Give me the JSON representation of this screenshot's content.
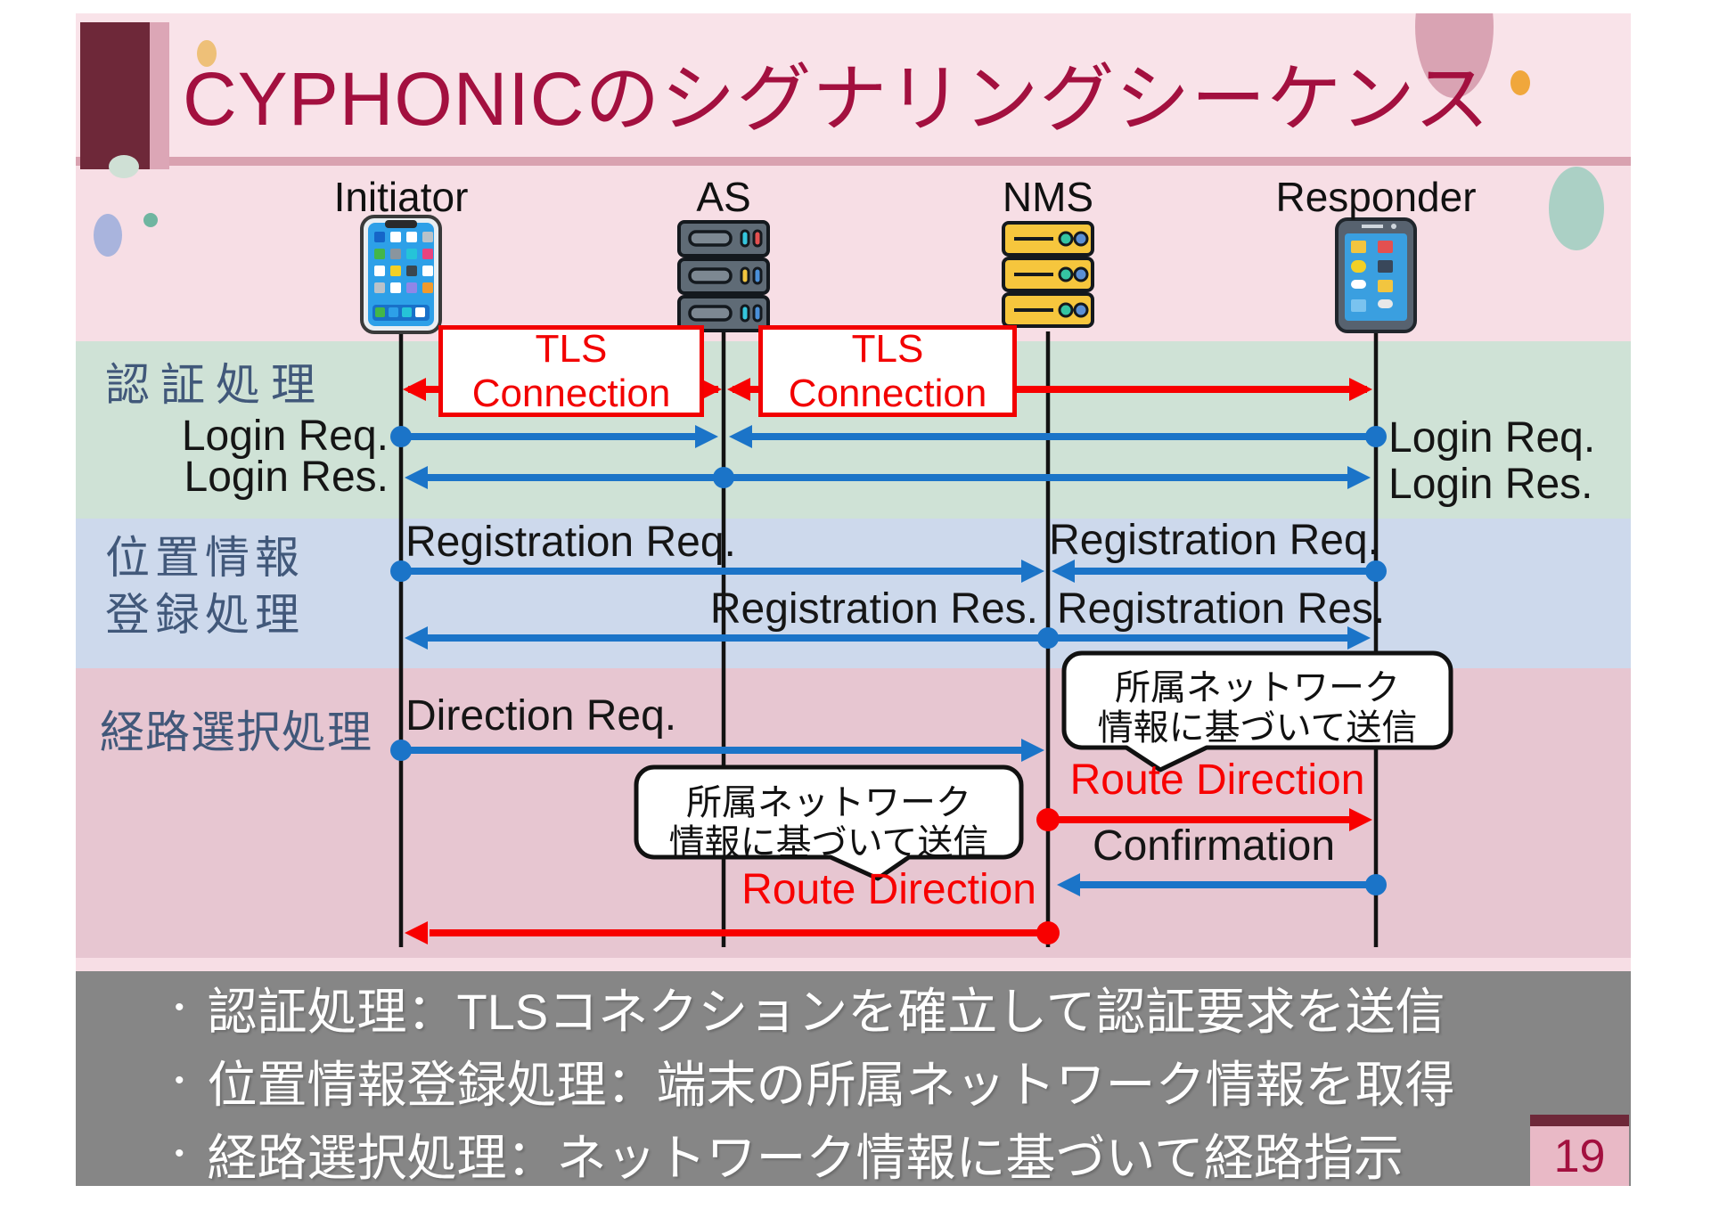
{
  "title": "CYPHONICのシグナリングシーケンス",
  "page_number": "19",
  "actors": [
    {
      "label": "Initiator",
      "icon": "smartphone-icon"
    },
    {
      "label": "AS",
      "icon": "server-stack-icon"
    },
    {
      "label": "NMS",
      "icon": "server-stack-icon"
    },
    {
      "label": "Responder",
      "icon": "tablet-icon"
    }
  ],
  "phases": {
    "auth": {
      "label": "認証処理"
    },
    "registration": {
      "line1": "位置情報",
      "line2": "登録処理"
    },
    "routing": {
      "label": "経路選択処理"
    }
  },
  "messages": {
    "tls_line1": "TLS",
    "tls_line2": "Connection",
    "login_req": "Login Req.",
    "login_res": "Login Res.",
    "registration_req": "Registration Req.",
    "registration_res": "Registration Res.",
    "direction_req": "Direction Req.",
    "route_direction": "Route Direction",
    "confirmation": "Confirmation"
  },
  "callout": {
    "line1": "所属ネットワーク",
    "line2": "情報に基づいて送信"
  },
  "flows": [
    {
      "from": "Initiator",
      "to": "AS",
      "label": "TLS Connection",
      "style": "red-double-arrow"
    },
    {
      "from": "AS",
      "to": "Responder",
      "label": "TLS Connection",
      "style": "red-double-arrow"
    },
    {
      "from": "Initiator",
      "to": "AS",
      "label": "Login Req.",
      "style": "blue"
    },
    {
      "from": "Responder",
      "to": "AS",
      "label": "Login Req.",
      "style": "blue"
    },
    {
      "from": "AS",
      "to": "Initiator",
      "label": "Login Res.",
      "style": "blue"
    },
    {
      "from": "AS",
      "to": "Responder",
      "label": "Login Res.",
      "style": "blue"
    },
    {
      "from": "Initiator",
      "to": "NMS",
      "label": "Registration Req.",
      "style": "blue"
    },
    {
      "from": "Responder",
      "to": "NMS",
      "label": "Registration Req.",
      "style": "blue"
    },
    {
      "from": "NMS",
      "to": "Initiator",
      "label": "Registration Res.",
      "style": "blue"
    },
    {
      "from": "NMS",
      "to": "Responder",
      "label": "Registration Res.",
      "style": "blue"
    },
    {
      "from": "Initiator",
      "to": "NMS",
      "label": "Direction Req.",
      "style": "blue"
    },
    {
      "from": "NMS",
      "to": "Responder",
      "label": "Route Direction",
      "style": "red"
    },
    {
      "from": "Responder",
      "to": "NMS",
      "label": "Confirmation",
      "style": "blue"
    },
    {
      "from": "NMS",
      "to": "Initiator",
      "label": "Route Direction",
      "style": "red"
    }
  ],
  "footer": {
    "bullet_glyph": "•",
    "bullets": [
      {
        "text": "認証処理：TLSコネクションを確立して認証要求を送信"
      },
      {
        "text": "位置情報登録処理：端末の所属ネットワーク情報を取得"
      },
      {
        "text": "経路選択処理：ネットワーク情報に基づいて経路指示"
      }
    ]
  },
  "colors": {
    "accent_maroon": "#6e2839",
    "title_text": "#a3103f",
    "slide_bg": "#f7dee5",
    "band_auth": "#cfe2d6",
    "band_registration": "#cdd9ec",
    "band_routing": "#e7c6d1",
    "phase_label": "#41587a",
    "arrow_blue": "#1b74c8",
    "arrow_red": "#f80000",
    "footer_bg": "#868686",
    "page_box_bg": "#e9b9c6"
  }
}
